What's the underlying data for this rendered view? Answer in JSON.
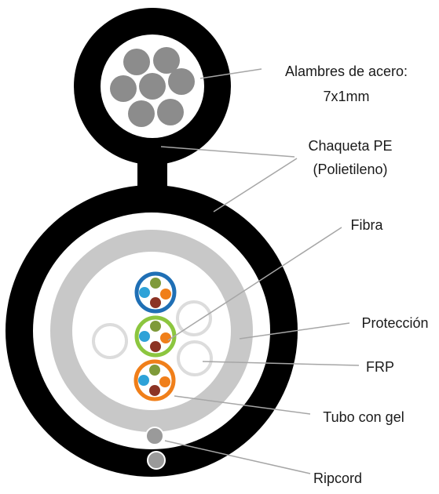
{
  "labels": {
    "steel_wires_line1": "Alambres de acero:",
    "steel_wires_line2": "7x1mm",
    "jacket_line1": "Chaqueta PE",
    "jacket_line2": "(Polietileno)",
    "fiber": "Fibra",
    "protection": "Protección",
    "frp": "FRP",
    "gel_tube": "Tubo con gel",
    "ripcord": "Ripcord"
  },
  "colors": {
    "jacket": "#000000",
    "steel_wire": "#8c8c8c",
    "protection_ring": "#c8c8c8",
    "core": "#ffffff",
    "frp_stroke": "#dcdcdc",
    "leader_line": "#a6a6a6",
    "ripcord": "#9a9a9a",
    "tube_blue": "#1f6fb5",
    "tube_green": "#8cc63f",
    "tube_orange": "#f07f1a",
    "fiber_olive": "#7f9a3a",
    "fiber_blue": "#2ea2d8",
    "fiber_orange": "#f07f1a",
    "fiber_brown": "#8c3324"
  }
}
